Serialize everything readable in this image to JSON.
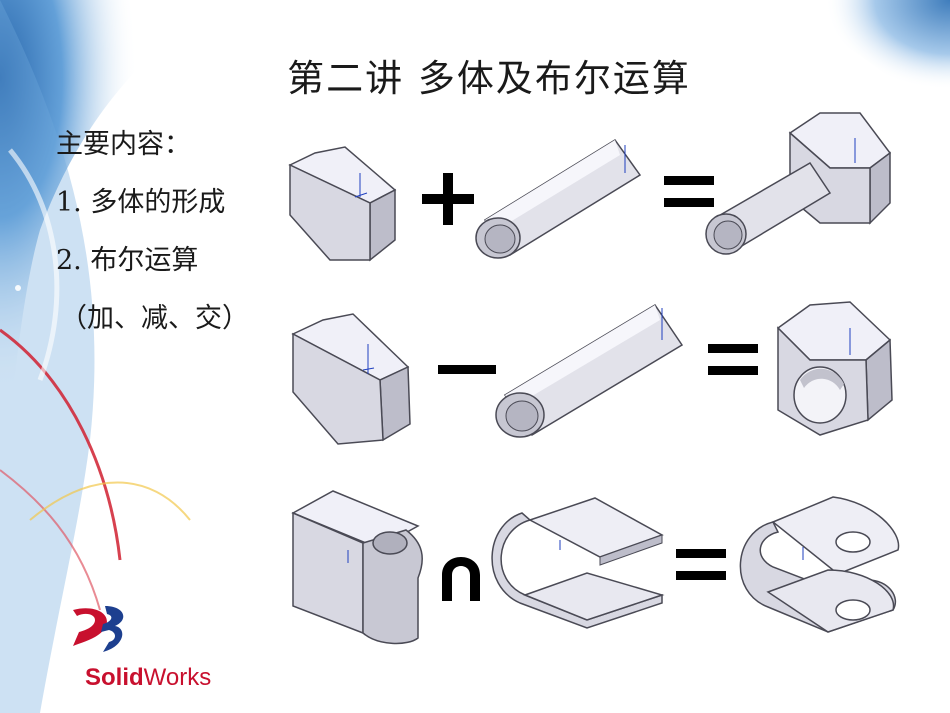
{
  "slide": {
    "title": "第二讲  多体及布尔运算",
    "content_heading": "主要内容：",
    "items": [
      "1. 多体的形成",
      "2. 布尔运算",
      "（加、减、交）"
    ]
  },
  "logo": {
    "brand_text_bold": "Solid",
    "brand_text_regular": "Works",
    "brand_color": "#c8102e"
  },
  "colors": {
    "part_face_light": "#f0f0f8",
    "part_face_mid": "#d8d8e2",
    "part_face_dark": "#bdbdca",
    "edge": "#4a4a55",
    "operator": "#000000",
    "background_swoosh": "#2e7fc8"
  }
}
